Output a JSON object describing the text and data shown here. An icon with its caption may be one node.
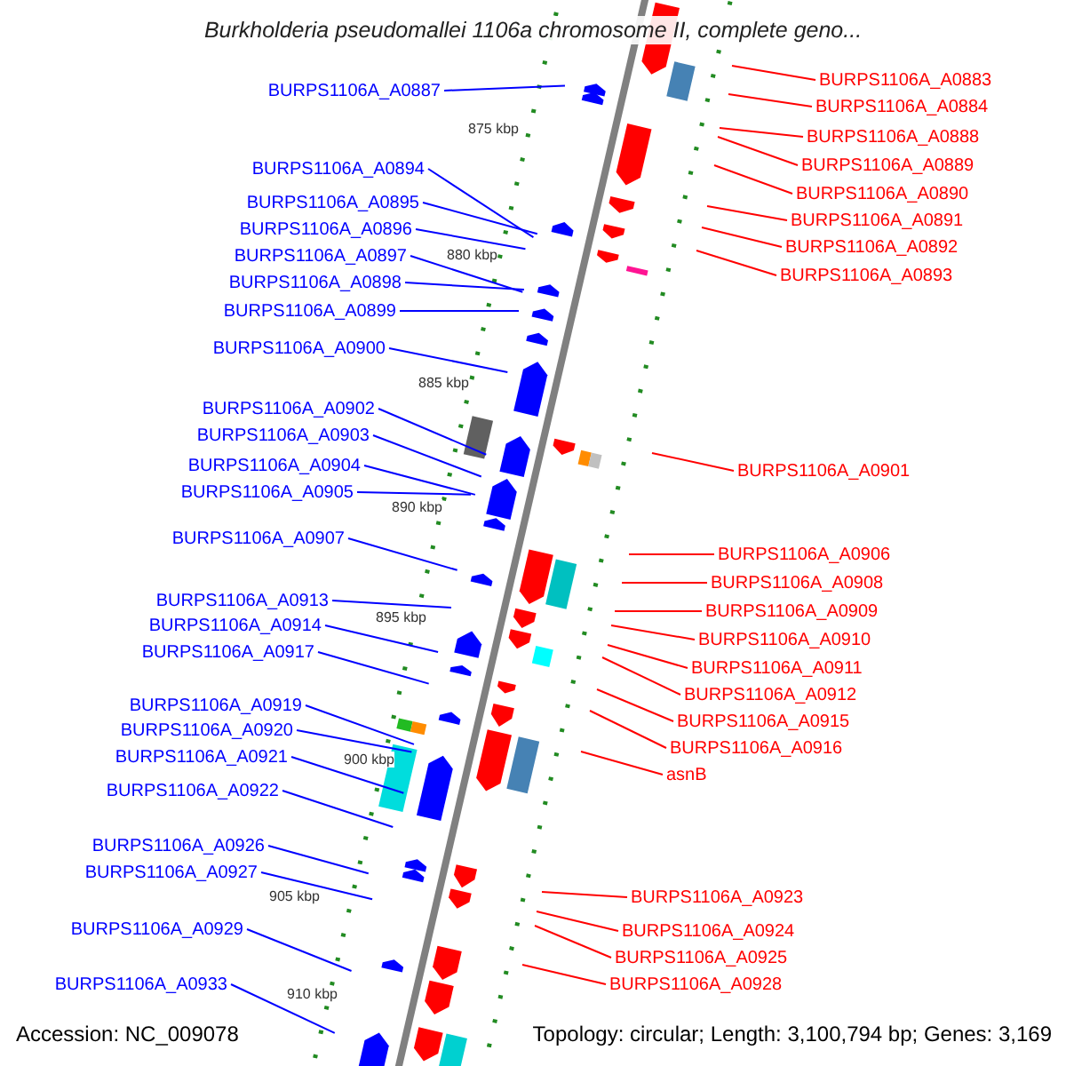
{
  "diagram": {
    "title": "Burkholderia pseudomallei 1106a chromosome II, complete geno...",
    "nodes": [
      {
        "text": [
          "BURPS1106A_A0887"
        ]
      },
      {
        "text": [
          "BURPS1106A_A0894"
        ]
      },
      {
        "text": [
          "BURPS1106A_A0895"
        ]
      },
      {
        "text": [
          "BURPS1106A_A0896"
        ]
      },
      {
        "text": [
          "BURPS1106A_A0897"
        ]
      },
      {
        "text": [
          "BURPS1106A_A0898"
        ]
      },
      {
        "text": [
          "BURPS1106A_A0899"
        ]
      },
      {
        "text": [
          "BURPS1106A_A0900"
        ]
      },
      {
        "text": [
          "BURPS1106A_A0902"
        ]
      },
      {
        "text": [
          "BURPS1106A_A0903"
        ]
      },
      {
        "text": [
          "BURPS1106A_A0904"
        ]
      },
      {
        "text": [
          "BURPS1106A_A0905"
        ]
      },
      {
        "text": [
          "BURPS1106A_A0907"
        ]
      },
      {
        "text": [
          "BURPS1106A_A0913"
        ]
      },
      {
        "text": [
          "BURPS1106A_A0914"
        ]
      },
      {
        "text": [
          "BURPS1106A_A0917"
        ]
      },
      {
        "text": [
          "BURPS1106A_A0919"
        ]
      },
      {
        "text": [
          "BURPS1106A_A0920"
        ]
      },
      {
        "text": [
          "BURPS1106A_A0921"
        ]
      },
      {
        "text": [
          "BURPS1106A_A0922"
        ]
      },
      {
        "text": [
          "BURPS1106A_A0926"
        ]
      },
      {
        "text": [
          "BURPS1106A_A0927"
        ]
      },
      {
        "text": [
          "BURPS1106A_A0929"
        ]
      },
      {
        "text": [
          "BURPS1106A_A0933"
        ]
      },
      {
        "text": [
          "BURPS1106A_A0883"
        ]
      },
      {
        "text": [
          "BURPS1106A_A0884"
        ]
      },
      {
        "text": [
          "BURPS1106A_A0888"
        ]
      },
      {
        "text": [
          "BURPS1106A_A0889"
        ]
      },
      {
        "text": [
          "BURPS1106A_A0890"
        ]
      },
      {
        "text": [
          "BURPS1106A_A0891"
        ]
      },
      {
        "text": [
          "BURPS1106A_A0892"
        ]
      },
      {
        "text": [
          "BURPS1106A_A0893"
        ]
      },
      {
        "text": [
          "BURPS1106A_A0901"
        ]
      },
      {
        "text": [
          "BURPS1106A_A0906"
        ]
      },
      {
        "text": [
          "BURPS1106A_A0908"
        ]
      },
      {
        "text": [
          "BURPS1106A_A0909"
        ]
      },
      {
        "text": [
          "BURPS1106A_A0910"
        ]
      },
      {
        "text": [
          "BURPS1106A_A0911"
        ]
      },
      {
        "text": [
          "BURPS1106A_A0912"
        ]
      },
      {
        "text": [
          "BURPS1106A_A0915"
        ]
      },
      {
        "text": [
          "BURPS1106A_A0916"
        ]
      },
      {
        "text": [
          "asnB"
        ]
      },
      {
        "text": [
          "BURPS1106A_A0923"
        ]
      },
      {
        "text": [
          "BURPS1106A_A0924"
        ]
      },
      {
        "text": [
          "BURPS1106A_A0925"
        ]
      },
      {
        "text": [
          "BURPS1106A_A0928"
        ]
      }
    ],
    "edges": [
      {
        "from": 0,
        "to": null,
        "arrow": "none"
      },
      {
        "from": 1,
        "to": null,
        "arrow": "none"
      },
      {
        "from": 2,
        "to": null,
        "arrow": "none"
      },
      {
        "from": 3,
        "to": null,
        "arrow": "none"
      },
      {
        "from": 4,
        "to": null,
        "arrow": "none"
      },
      {
        "from": 5,
        "to": null,
        "arrow": "none"
      },
      {
        "from": 6,
        "to": null,
        "arrow": "none"
      },
      {
        "from": 7,
        "to": null,
        "arrow": "none"
      },
      {
        "from": 8,
        "to": null,
        "arrow": "none"
      },
      {
        "from": 9,
        "to": null,
        "arrow": "none"
      },
      {
        "from": 10,
        "to": null,
        "arrow": "none"
      },
      {
        "from": 11,
        "to": null,
        "arrow": "none"
      },
      {
        "from": 12,
        "to": null,
        "arrow": "none"
      },
      {
        "from": 13,
        "to": null,
        "arrow": "none"
      },
      {
        "from": 14,
        "to": null,
        "arrow": "none"
      },
      {
        "from": 15,
        "to": null,
        "arrow": "none"
      },
      {
        "from": 16,
        "to": null,
        "arrow": "none"
      },
      {
        "from": 17,
        "to": null,
        "arrow": "none"
      },
      {
        "from": 18,
        "to": null,
        "arrow": "none"
      },
      {
        "from": 19,
        "to": null,
        "arrow": "none"
      },
      {
        "from": 20,
        "to": null,
        "arrow": "none"
      },
      {
        "from": 21,
        "to": null,
        "arrow": "none"
      },
      {
        "from": 22,
        "to": null,
        "arrow": "none"
      },
      {
        "from": 23,
        "to": null,
        "arrow": "none"
      },
      {
        "from": 24,
        "to": null,
        "arrow": "none",
        "color": "#ff0000"
      },
      {
        "from": 25,
        "to": null,
        "arrow": "none",
        "color": "#ff0000"
      },
      {
        "from": 26,
        "to": null,
        "arrow": "none",
        "color": "#ff0000"
      },
      {
        "from": 27,
        "to": null,
        "arrow": "none",
        "color": "#ff0000"
      },
      {
        "from": 28,
        "to": null,
        "arrow": "none",
        "color": "#ff0000"
      },
      {
        "from": 29,
        "to": null,
        "arrow": "none",
        "color": "#ff0000"
      },
      {
        "from": 30,
        "to": null,
        "arrow": "none",
        "color": "#ff0000"
      },
      {
        "from": 31,
        "to": null,
        "arrow": "none",
        "color": "#ff0000"
      },
      {
        "from": 32,
        "to": null,
        "arrow": "none",
        "color": "#ff0000"
      },
      {
        "from": 33,
        "to": null,
        "arrow": "none",
        "color": "#ff0000"
      },
      {
        "from": 34,
        "to": null,
        "arrow": "none",
        "color": "#ff0000"
      },
      {
        "from": 35,
        "to": null,
        "arrow": "none",
        "color": "#ff0000"
      },
      {
        "from": 36,
        "to": null,
        "arrow": "none",
        "color": "#ff0000"
      },
      {
        "from": 37,
        "to": null,
        "arrow": "none",
        "color": "#ff0000"
      },
      {
        "from": 38,
        "to": null,
        "arrow": "none",
        "color": "#ff0000"
      },
      {
        "from": 39,
        "to": null,
        "arrow": "none",
        "color": "#ff0000"
      },
      {
        "from": 40,
        "to": null,
        "arrow": "none",
        "color": "#ff0000"
      },
      {
        "from": 41,
        "to": null,
        "arrow": "none",
        "color": "#ff0000"
      },
      {
        "from": 42,
        "to": null,
        "arrow": "none",
        "color": "#ff0000"
      },
      {
        "from": 43,
        "to": null,
        "arrow": "none",
        "color": "#ff0000"
      },
      {
        "from": 44,
        "to": null,
        "arrow": "none",
        "color": "#ff0000"
      },
      {
        "from": 45,
        "to": null,
        "arrow": "none",
        "color": "#ff0000"
      }
    ],
    "labels": [
      "875 kbp",
      "880 kbp",
      "885 kbp",
      "890 kbp",
      "895 kbp",
      "900 kbp",
      "905 kbp",
      "910 kbp",
      "Accession: NC_009078",
      "Topology: circular; Length: 3,100,794 bp; Genes: 3,169"
    ]
  }
}
